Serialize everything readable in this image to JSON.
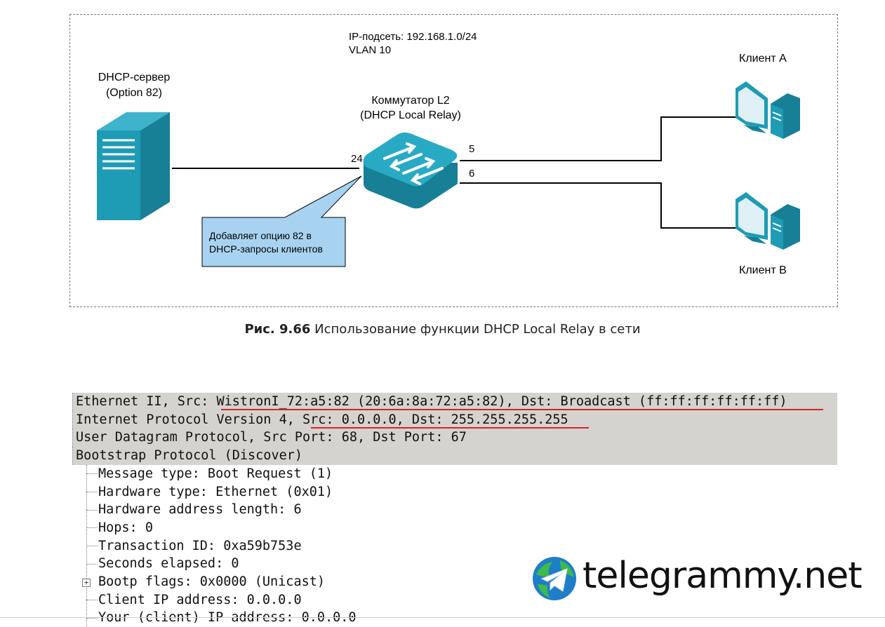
{
  "diagram": {
    "subnet_line1": "IP-подсеть: 192.168.1.0/24",
    "subnet_line2": "VLAN 10",
    "server_line1": "DHCP-сервер",
    "server_line2": "(Option 82)",
    "switch_line1": "Коммутатор L2",
    "switch_line2": "(DHCP Local Relay)",
    "port_24": "24",
    "port_5": "5",
    "port_6": "6",
    "client_a": "Клиент А",
    "client_b": "Клиент В",
    "callout_line1": "Добавляет опцию 82 в",
    "callout_line2": "DHCP-запросы клиентов",
    "colors": {
      "device": "#1e9bb5",
      "callout_fill": "#a8d3f0",
      "line": "#000000"
    }
  },
  "caption": {
    "figure_no": "Рис. 9.66",
    "text": " Использование функции DHCP Local Relay в сети"
  },
  "packet": {
    "headers": [
      "Ethernet II, Src: WistronI_72:a5:82 (20:6a:8a:72:a5:82), Dst: Broadcast (ff:ff:ff:ff:ff:ff)",
      "Internet Protocol Version 4, Src: 0.0.0.0, Dst: 255.255.255.255",
      "User Datagram Protocol, Src Port: 68, Dst Port: 67",
      "Bootstrap Protocol (Discover)"
    ],
    "fields": [
      "Message type: Boot Request (1)",
      "Hardware type: Ethernet (0x01)",
      "Hardware address length: 6",
      "Hops: 0",
      "Transaction ID: 0xa59b753e",
      "Seconds elapsed: 0",
      "Bootp flags: 0x0000 (Unicast)",
      "Client IP address: 0.0.0.0",
      "Your (client) IP address: 0.0.0.0"
    ],
    "expand_symbol": "+",
    "highlight_color": "#d9232b"
  },
  "watermark": {
    "text": "telegrammy.net",
    "icon": "telegram-globe-icon"
  }
}
